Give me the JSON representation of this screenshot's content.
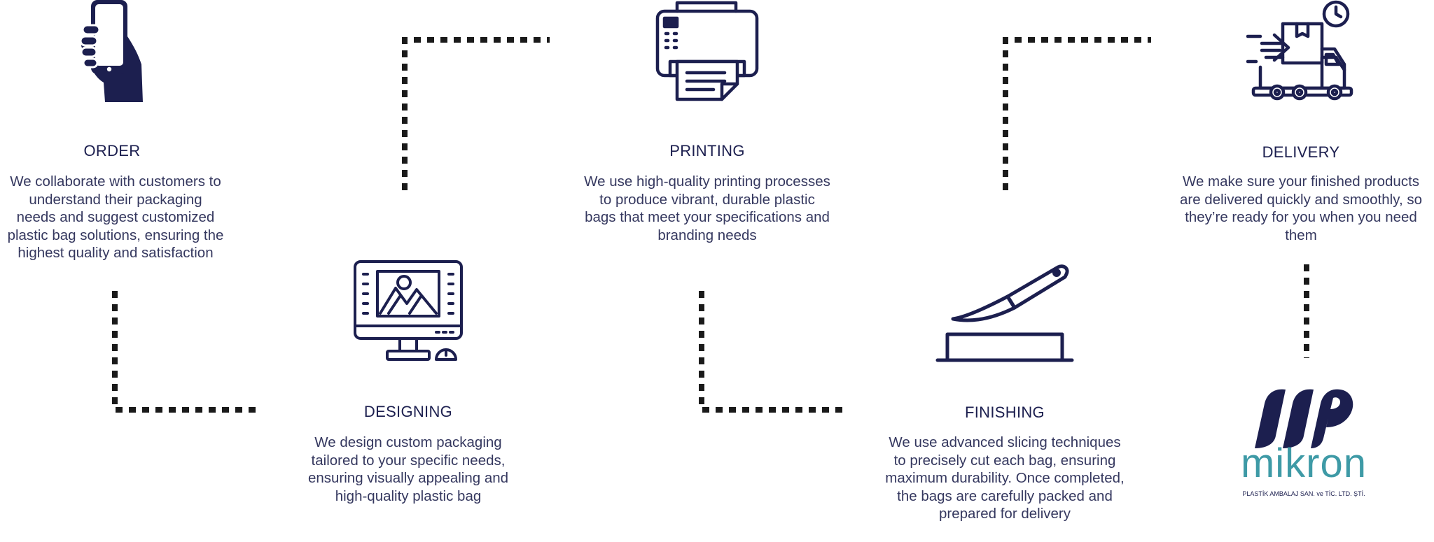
{
  "colors": {
    "navy": "#1c1f4f",
    "teal": "#3e9aa6",
    "text": "#35385f",
    "dash": "#1a1a1a"
  },
  "steps": {
    "order": {
      "icon": "hand-phone-icon",
      "title": "ORDER",
      "lines": [
        "We collaborate with customers to",
        "understand their packaging",
        "needs and suggest customized",
        "plastic bag solutions, ensuring the",
        "highest quality and satisfaction"
      ]
    },
    "designing": {
      "icon": "design-monitor-icon",
      "title": "DESIGNING",
      "lines": [
        "We design custom packaging",
        "tailored to your specific needs,",
        "ensuring visually appealing and",
        "high-quality plastic bag"
      ]
    },
    "printing": {
      "icon": "printer-icon",
      "title": "PRINTING",
      "lines": [
        "We use high-quality printing processes",
        "to produce vibrant, durable plastic",
        "bags that meet your specifications and",
        "branding needs"
      ]
    },
    "finishing": {
      "icon": "knife-cutting-icon",
      "title": "FINISHING",
      "lines": [
        "We use advanced slicing techniques",
        "to precisely cut each bag, ensuring",
        "maximum durability. Once completed,",
        "the bags are carefully packed and",
        "prepared for delivery"
      ]
    },
    "delivery": {
      "icon": "delivery-truck-icon",
      "title": "DELIVERY",
      "lines": [
        "We make sure your finished products",
        "are delivered quickly and smoothly, so",
        "they’re ready for you when you need",
        "them"
      ]
    }
  },
  "logo": {
    "icon": "mikron-mp-logo-icon",
    "name": "mikron",
    "tagline": "PLASTİK AMBALAJ SAN. ve TİC. LTD. ŞTİ."
  }
}
